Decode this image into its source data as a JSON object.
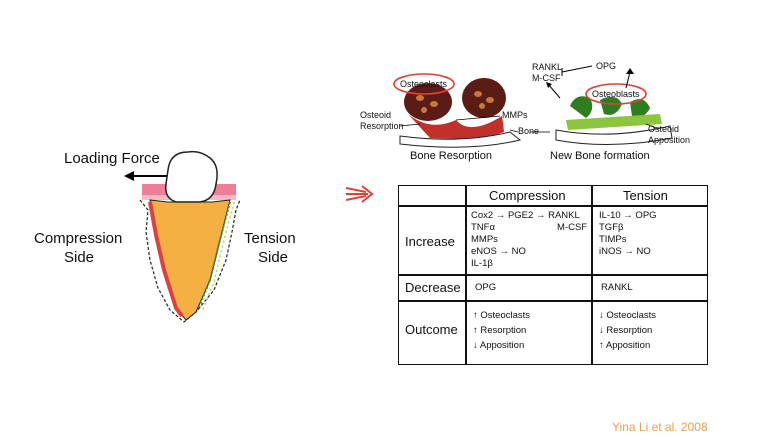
{
  "tooth": {
    "loading_force": "Loading Force",
    "compression_side": [
      "Compression",
      "Side"
    ],
    "tension_side": [
      "Tension",
      "Side"
    ]
  },
  "cells_figure": {
    "osteoclasts": "Osteoclasts",
    "osteoblasts": "Osteoblasts",
    "osteoid_resorption": [
      "Osteoid",
      "Resorption"
    ],
    "osteoid_apposition": [
      "Osteoid",
      "Apposition"
    ],
    "mmps": "MMPs",
    "bone": "Bone",
    "rankl": "RANKL",
    "mcsf": "M-CSF",
    "opg": "OPG",
    "bone_resorption": "Bone Resorption",
    "new_bone_formation": "New Bone formation"
  },
  "table": {
    "headers": [
      "",
      "Compression",
      "Tension"
    ],
    "rows": [
      {
        "label": "Increase",
        "compression": [
          "Cox2 → PGE2 → RANKL",
          "TNFα",
          "MMPs",
          "eNOS → NO",
          "IL-1β"
        ],
        "compression_extra": "M-CSF",
        "tension": [
          "IL-10 → OPG",
          "TGFβ",
          "TIMPs",
          "iNOS → NO"
        ]
      },
      {
        "label": "Decrease",
        "compression": [
          "OPG"
        ],
        "tension": [
          "RANKL"
        ]
      },
      {
        "label": "Outcome",
        "compression": [
          "↑ Osteoclasts",
          "↑ Resorption",
          "↓ Apposition"
        ],
        "tension": [
          "↓ Osteoclasts",
          "↓ Resorption",
          "↑ Apposition"
        ]
      }
    ]
  },
  "citation": "Yina Li et al. 2008",
  "colors": {
    "accent_red": "#e0403a",
    "citation": "#e8a24b",
    "bone_brown": "#5a1c14",
    "osteoblast_green": "#2e7d1e",
    "tooth_orange": "#f4b042"
  }
}
